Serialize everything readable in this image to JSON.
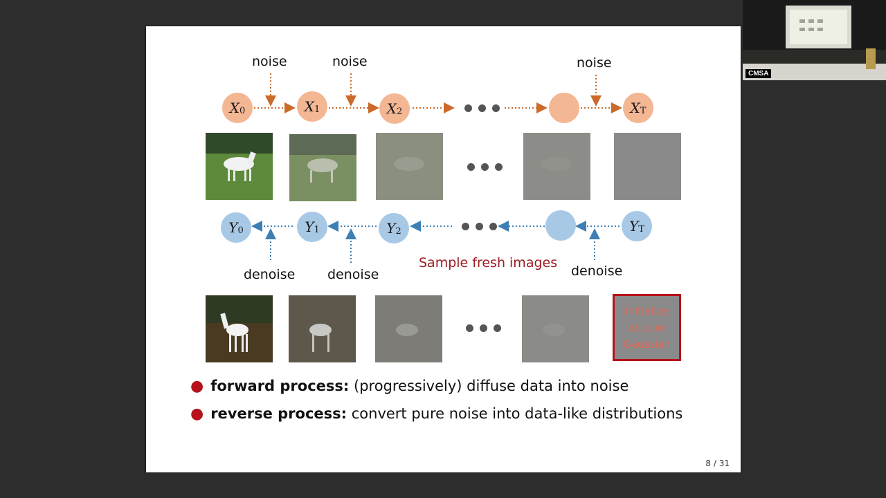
{
  "slide": {
    "noise_label": "noise",
    "denoise_label": "denoise",
    "forward_nodes": [
      {
        "var": "X",
        "sub": "0"
      },
      {
        "var": "X",
        "sub": "1"
      },
      {
        "var": "X",
        "sub": "2"
      },
      {
        "var": "",
        "sub": ""
      },
      {
        "var": "X",
        "sub": "T"
      }
    ],
    "reverse_nodes": [
      {
        "var": "Y",
        "sub": "0"
      },
      {
        "var": "Y",
        "sub": "1"
      },
      {
        "var": "Y",
        "sub": "2"
      },
      {
        "var": "",
        "sub": ""
      },
      {
        "var": "Y",
        "sub": "T"
      }
    ],
    "sample_caption": "Sample fresh images",
    "init_box_text": [
      "initialize",
      "at pure",
      "Gaussian"
    ],
    "bullets": [
      {
        "bold": "forward process:",
        "rest": "(progressively) diffuse data into noise"
      },
      {
        "bold": "reverse process:",
        "rest": "convert pure noise into data-like distributions"
      }
    ],
    "page_number": "8 / 31"
  },
  "camera": {
    "badge": "CMSA"
  },
  "colors": {
    "forward": "#f4b793",
    "reverse": "#a8c9e6",
    "forward_arrow": "#cc6a2a",
    "reverse_arrow": "#3d7fb5",
    "accent_red": "#b5121b"
  }
}
